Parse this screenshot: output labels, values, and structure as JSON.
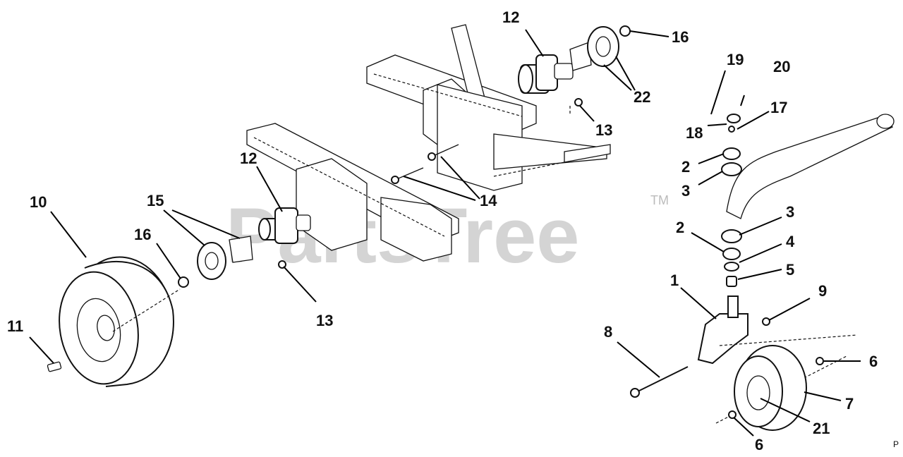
{
  "watermark": {
    "text": "PartsTree",
    "trademark": "TM"
  },
  "corner_code": "P",
  "callouts": {
    "c1": "1",
    "c2a": "2",
    "c2b": "2",
    "c3a": "3",
    "c3b": "3",
    "c4": "4",
    "c5": "5",
    "c6a": "6",
    "c6b": "6",
    "c7": "7",
    "c8": "8",
    "c9": "9",
    "c10": "10",
    "c11": "11",
    "c12a": "12",
    "c12b": "12",
    "c13a": "13",
    "c13b": "13",
    "c14": "14",
    "c15": "15",
    "c16a": "16",
    "c16b": "16",
    "c17": "17",
    "c18": "18",
    "c19": "19",
    "c20": "20",
    "c21": "21",
    "c22": "22"
  },
  "colors": {
    "line": "#111111",
    "watermark": "#d4d4d4",
    "background": "#ffffff"
  }
}
